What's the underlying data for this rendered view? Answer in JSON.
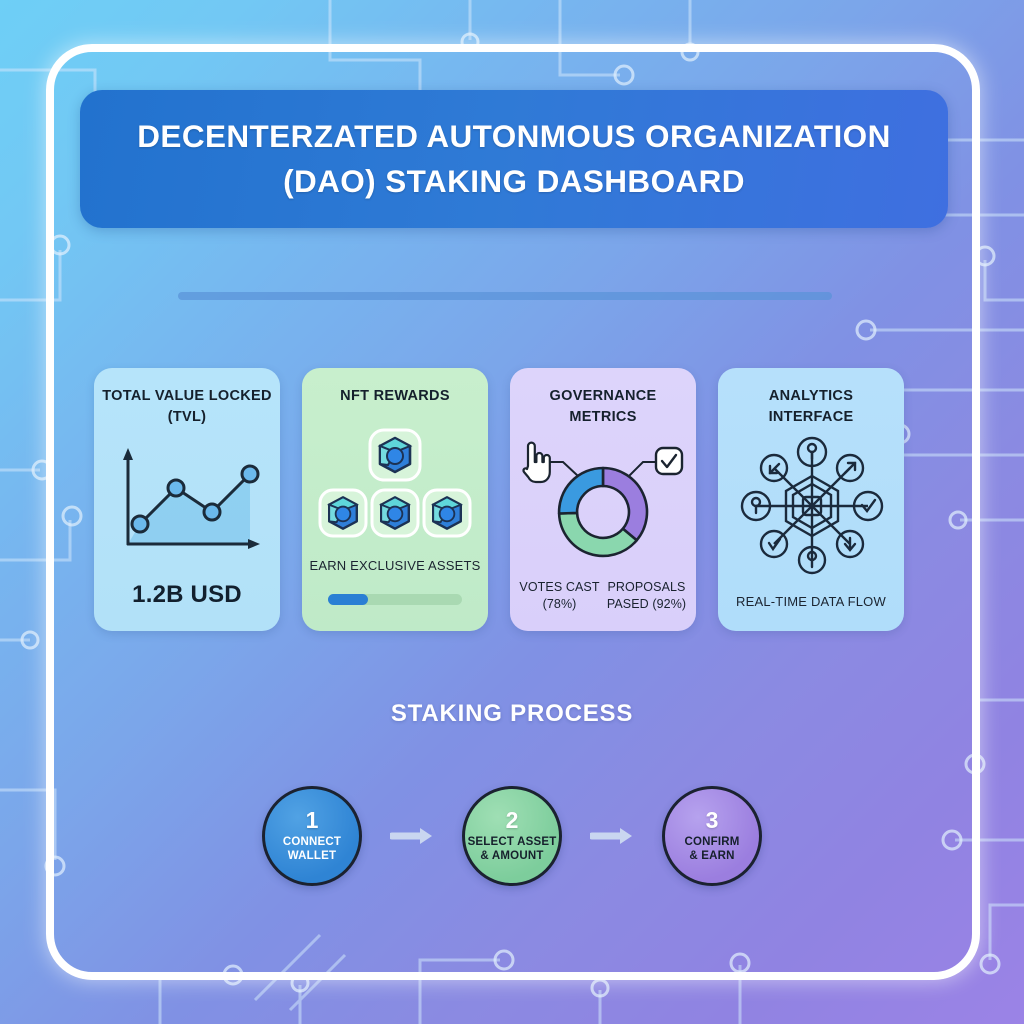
{
  "header": {
    "title_line1": "DECENTERZATED AUTONMOUS ORGANIZATION",
    "title_line2": "(DAO) STAKING DASHBOARD"
  },
  "cards": [
    {
      "title": "TOTAL VALUE LOCKED\n(TVL)",
      "title_l1": "TOTAL VALUE LOCKED",
      "title_l2": "(TVL)",
      "value": "1.2B USD",
      "bg": "#b6e4fa",
      "icon": "area-line-chart-icon"
    },
    {
      "title_l1": "NFT REWARDS",
      "title_l2": "",
      "footer": "EARN EXCLUSIVE ASSETS",
      "progress_percent": 30,
      "bg": "#c8efcd",
      "icon": "gem-cluster-icon"
    },
    {
      "title_l1": "GOVERNANCE",
      "title_l2": "METRICS",
      "label_left_l1": "VOTES CAST",
      "label_left_l2": "(78%)",
      "label_right_l1": "PROPOSALS",
      "label_right_l2": "PASED (92%)",
      "bg": "#ddd4fb",
      "icon": "donut-chart-icon"
    },
    {
      "title_l1": "ANALYTICS",
      "title_l2": "INTERFACE",
      "footer": "REAL-TIME DATA FLOW",
      "bg": "#b6e0fb",
      "icon": "network-hub-icon"
    }
  ],
  "process": {
    "title": "STAKING PROCESS",
    "steps": [
      {
        "number": "1",
        "label_l1": "CONNECT",
        "label_l2": "WALLET",
        "color": "#2f84d4"
      },
      {
        "number": "2",
        "label_l1": "SELECT ASSET",
        "label_l2": "& AMOUNT",
        "color": "#7dcd9c"
      },
      {
        "number": "3",
        "label_l1": "CONFIRM",
        "label_l2": "& EARN",
        "color": "#9b7edf"
      }
    ]
  },
  "chart_data": [
    {
      "type": "area",
      "title": "TOTAL VALUE LOCKED (TVL)",
      "x": [
        1,
        2,
        3,
        4
      ],
      "values": [
        22,
        68,
        46,
        88
      ],
      "xlabel": "",
      "ylabel": "",
      "ylim": [
        0,
        100
      ],
      "grid": false,
      "legend": "none",
      "annotation": "1.2B USD"
    },
    {
      "type": "pie",
      "title": "GOVERNANCE METRICS",
      "categories": [
        "Proposals Pased",
        "Votes Cast",
        "Other"
      ],
      "values": [
        36,
        39,
        25
      ],
      "colors": [
        "#9b7edf",
        "#8ad7ae",
        "#3a9ae0"
      ],
      "labels": [
        "PROPOSALS PASED (92%)",
        "VOTES CAST (78%)"
      ],
      "legend": "below",
      "grid": false
    },
    {
      "type": "bar",
      "title": "NFT Rewards progress",
      "categories": [
        "progress"
      ],
      "values": [
        30
      ],
      "ylim": [
        0,
        100
      ],
      "ylabel": "%",
      "grid": false,
      "legend": "none"
    }
  ],
  "theme": {
    "banner_blue": "#2f7ad6",
    "frame_white": "#ffffff",
    "divider_blue": "#5a93d8",
    "bg_start": "#6ecff6",
    "bg_end": "#9b83e6"
  }
}
